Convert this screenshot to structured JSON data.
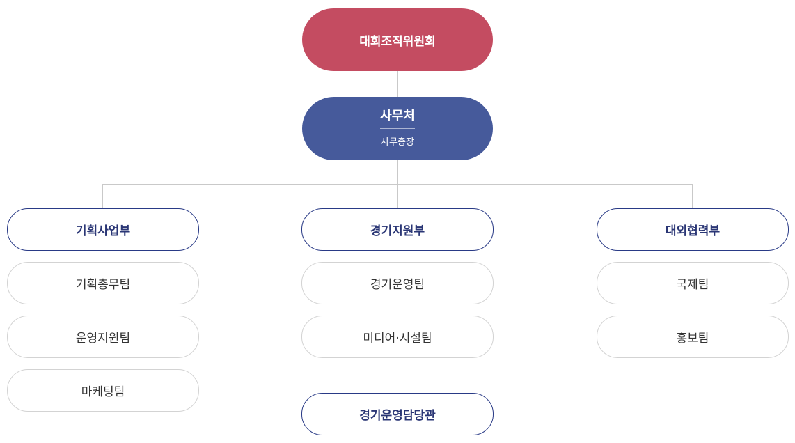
{
  "org": {
    "top": "대회조직위원회",
    "office": {
      "title": "사무처",
      "subtitle": "사무총장"
    },
    "departments": [
      {
        "name": "기획사업부",
        "teams": [
          "기획총무팀",
          "운영지원팀",
          "마케팅팀"
        ]
      },
      {
        "name": "경기지원부",
        "teams": [
          "경기운영팀",
          "미디어·시설팀"
        ]
      },
      {
        "name": "대외협력부",
        "teams": [
          "국제팀",
          "홍보팀"
        ]
      }
    ],
    "officer": "경기운영담당관"
  },
  "colors": {
    "top_fill": "#c44c61",
    "office_fill": "#465a9b",
    "dept_border": "#293a86",
    "team_border": "#d3d3d3",
    "connector": "#c9c9c9"
  }
}
